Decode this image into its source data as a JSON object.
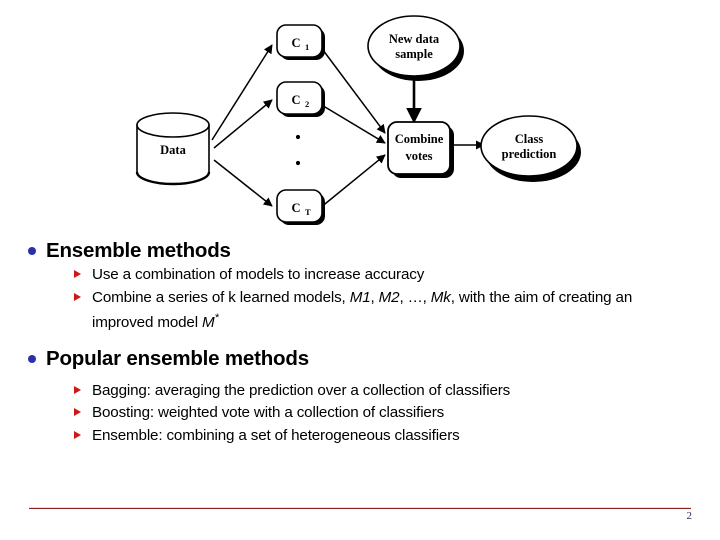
{
  "slide": {
    "page_number": "2",
    "accent_rule_color": "#8F2020",
    "level1_bullet_color": "#2B30A8",
    "level2_bullet_color": "#D21515"
  },
  "diagram": {
    "title": "ensemble-classifier-diagram",
    "nodes": {
      "data": "Data",
      "classifier_1": "C",
      "classifier_1_sub": "1",
      "classifier_2": "C",
      "classifier_2_sub": "2",
      "classifier_t": "C",
      "classifier_t_sub": "T",
      "new_data_sample_line1": "New data",
      "new_data_sample_line2": "sample",
      "combine_votes_line1": "Combine",
      "combine_votes_line2": "votes",
      "class_prediction_line1": "Class",
      "class_prediction_line2": "prediction"
    },
    "ellipsis_dots": 2
  },
  "sections": [
    {
      "heading": "Ensemble methods",
      "items": [
        {
          "parts": [
            {
              "t": "Use a combination of models to increase accuracy",
              "s": "n"
            }
          ]
        },
        {
          "parts": [
            {
              "t": "Combine a series of k learned models, ",
              "s": "n"
            },
            {
              "t": "M",
              "s": "i"
            },
            {
              "t": "1",
              "s": "i"
            },
            {
              "t": ", ",
              "s": "n"
            },
            {
              "t": "M",
              "s": "i"
            },
            {
              "t": "2",
              "s": "i"
            },
            {
              "t": ", …, ",
              "s": "n"
            },
            {
              "t": "M",
              "s": "i"
            },
            {
              "t": "k",
              "s": "i"
            },
            {
              "t": ", with the aim of creating an improved model ",
              "s": "n"
            },
            {
              "t": "M",
              "s": "i"
            },
            {
              "t": "*",
              "s": "sup"
            }
          ]
        }
      ]
    },
    {
      "heading": "Popular ensemble methods",
      "items": [
        {
          "parts": [
            {
              "t": "Bagging: averaging the prediction over a collection of classifiers",
              "s": "n"
            }
          ]
        },
        {
          "parts": [
            {
              "t": "Boosting: weighted vote with a collection of classifiers",
              "s": "n"
            }
          ]
        },
        {
          "parts": [
            {
              "t": "Ensemble: combining a set of heterogeneous classifiers",
              "s": "n"
            }
          ]
        }
      ]
    }
  ]
}
